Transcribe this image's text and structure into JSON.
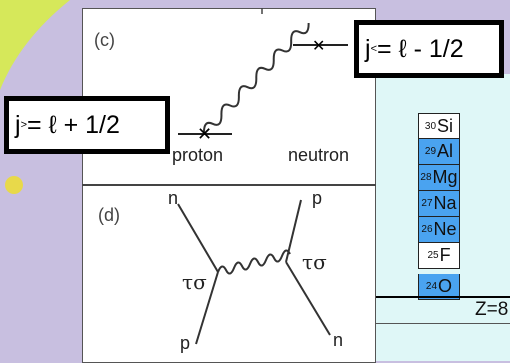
{
  "panel_c": {
    "label": "(c)",
    "proton": "proton",
    "neutron": "neutron"
  },
  "panel_d": {
    "label": "(d)",
    "n_top": "n",
    "p_top": "p",
    "tau_left": "τσ",
    "tau_right": "τσ",
    "p_bottom": "p",
    "n_bottom": "n"
  },
  "callouts": {
    "j_greater_main": "j",
    "j_greater_sub": ">",
    "j_greater_rest": " = ℓ + 1/2",
    "j_less_main": "j",
    "j_less_sub": "<",
    "j_less_rest": " = ℓ - 1/2"
  },
  "isotopes": [
    {
      "mass": "30",
      "symbol": "Si",
      "color": "#ffffff"
    },
    {
      "mass": "29",
      "symbol": "Al",
      "color": "#4aa3f0"
    },
    {
      "mass": "28",
      "symbol": "Mg",
      "color": "#4aa3f0"
    },
    {
      "mass": "27",
      "symbol": "Na",
      "color": "#4aa3f0"
    },
    {
      "mass": "26",
      "symbol": "Ne",
      "color": "#4aa3f0"
    },
    {
      "mass": "25",
      "symbol": "F",
      "color": "#ffffff"
    },
    {
      "mass": "24",
      "symbol": "O",
      "color": "#4aa3f0"
    }
  ],
  "shell_label": "Z=8",
  "colors": {
    "background": "#c8bfe0",
    "accent_green": "#c8e04a",
    "isotope_blue": "#4aa3f0",
    "right_panel": "#dff7f7"
  }
}
